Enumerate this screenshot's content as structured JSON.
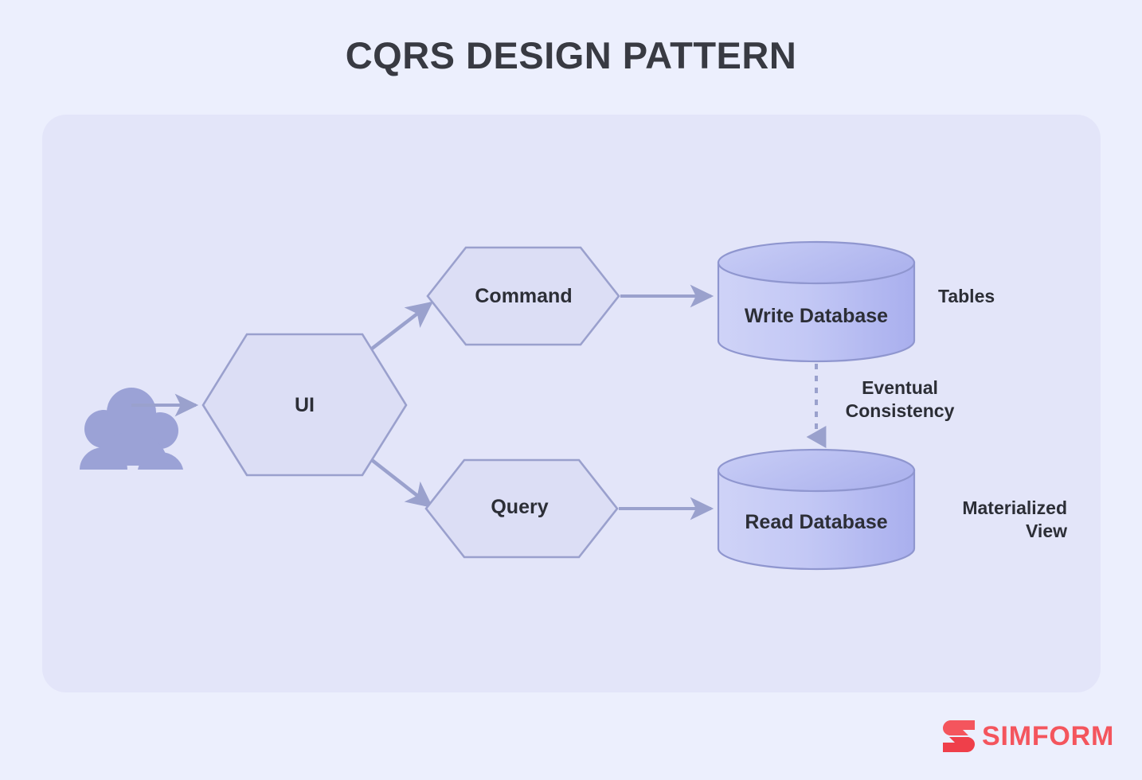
{
  "page": {
    "title": "CQRS DESIGN PATTERN",
    "background_color": "#ecefFd",
    "panel_color": "#e3e5f9"
  },
  "diagram": {
    "type": "flow-diagram",
    "nodes": [
      {
        "id": "users",
        "shape": "users-icon",
        "label": ""
      },
      {
        "id": "ui",
        "shape": "hexagon",
        "label": "UI"
      },
      {
        "id": "command",
        "shape": "hexagon",
        "label": "Command"
      },
      {
        "id": "query",
        "shape": "hexagon",
        "label": "Query"
      },
      {
        "id": "write_db",
        "shape": "cylinder",
        "label": "Write Database"
      },
      {
        "id": "read_db",
        "shape": "cylinder",
        "label": "Read Database"
      }
    ],
    "annotations": {
      "tables": "Tables",
      "materialized_view": "Materialized\nView",
      "eventual_consistency": "Eventual\nConsistency"
    },
    "edges": [
      {
        "from": "users",
        "to": "ui",
        "style": "solid"
      },
      {
        "from": "ui",
        "to": "command",
        "style": "solid"
      },
      {
        "from": "ui",
        "to": "query",
        "style": "solid"
      },
      {
        "from": "command",
        "to": "write_db",
        "style": "solid"
      },
      {
        "from": "query",
        "to": "read_db",
        "style": "solid"
      },
      {
        "from": "write_db",
        "to": "read_db",
        "style": "dashed",
        "label": "Eventual Consistency"
      }
    ],
    "colors": {
      "hexagon_fill": "#dcdef5",
      "hexagon_stroke": "#9aa0cd",
      "cylinder_fill_light": "#ccd0f6",
      "cylinder_fill_dark": "#a8aeec",
      "cylinder_stroke": "#8f96cf",
      "arrow": "#9aa1cd",
      "text": "#2c2e36",
      "user_icon": "#9ba2d6"
    }
  },
  "branding": {
    "name": "SIMFORM",
    "color": "#f4555d"
  }
}
